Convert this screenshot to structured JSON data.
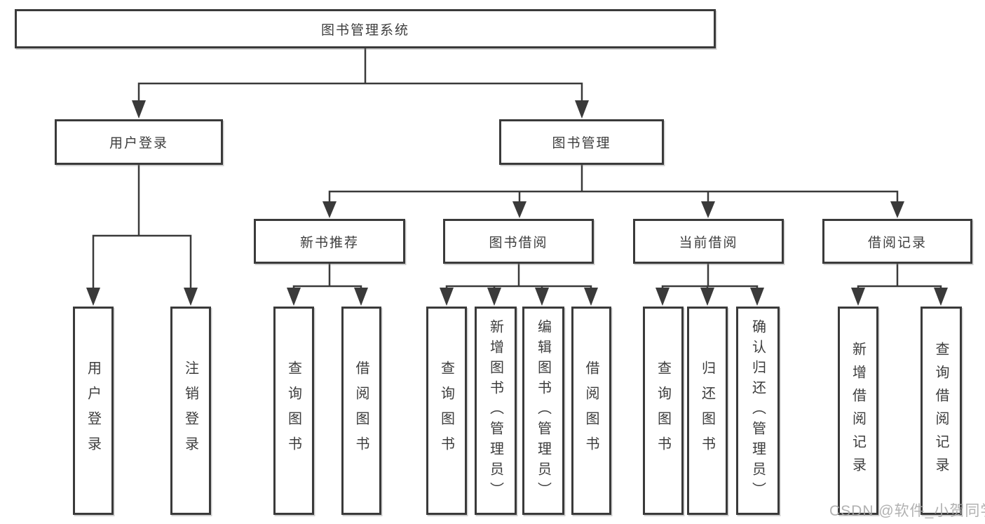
{
  "diagram": {
    "root": {
      "label": "图书管理系统"
    },
    "user_login": {
      "label": "用户登录",
      "children": [
        {
          "label": "用户登录"
        },
        {
          "label": "注销登录"
        }
      ]
    },
    "book_mgmt": {
      "label": "图书管理",
      "sections": [
        {
          "label": "新书推荐",
          "children": [
            {
              "label": "查询图书"
            },
            {
              "label": "借阅图书"
            }
          ]
        },
        {
          "label": "图书借阅",
          "children": [
            {
              "label": "查询图书"
            },
            {
              "label": "新增图书（管理员）"
            },
            {
              "label": "编辑图书（管理员）"
            },
            {
              "label": "借阅图书"
            }
          ]
        },
        {
          "label": "当前借阅",
          "children": [
            {
              "label": "查询图书"
            },
            {
              "label": "归还图书"
            },
            {
              "label": "确认归还（管理员）"
            }
          ]
        },
        {
          "label": "借阅记录",
          "children": [
            {
              "label": "新增借阅记录"
            },
            {
              "label": "查询借阅记录"
            }
          ]
        }
      ]
    }
  },
  "watermark": {
    "text": "CSDN @软件_小贺同学"
  },
  "colors": {
    "line": "#3a3a3a",
    "text": "#3d3d3d",
    "box_background": "#ffffff",
    "watermark": "#a6a6a6"
  }
}
